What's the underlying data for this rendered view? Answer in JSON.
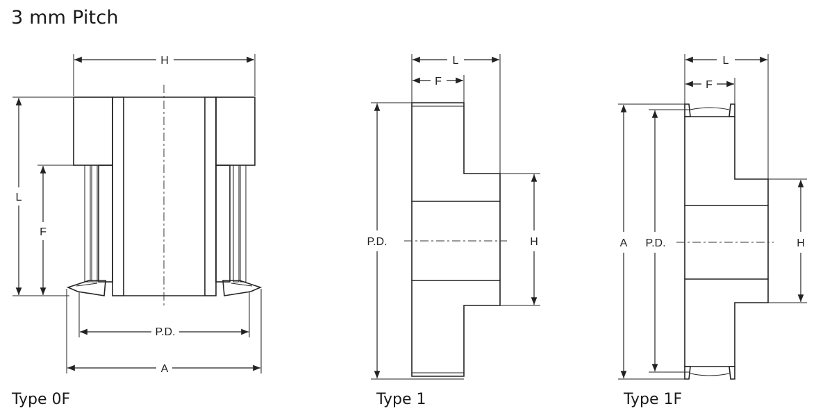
{
  "title": "3 mm Pitch",
  "types": [
    {
      "label": "Type 0F"
    },
    {
      "label": "Type 1"
    },
    {
      "label": "Type 1F"
    }
  ],
  "dims": {
    "H": "H",
    "L": "L",
    "F": "F",
    "PD": "P.D.",
    "A": "A"
  }
}
